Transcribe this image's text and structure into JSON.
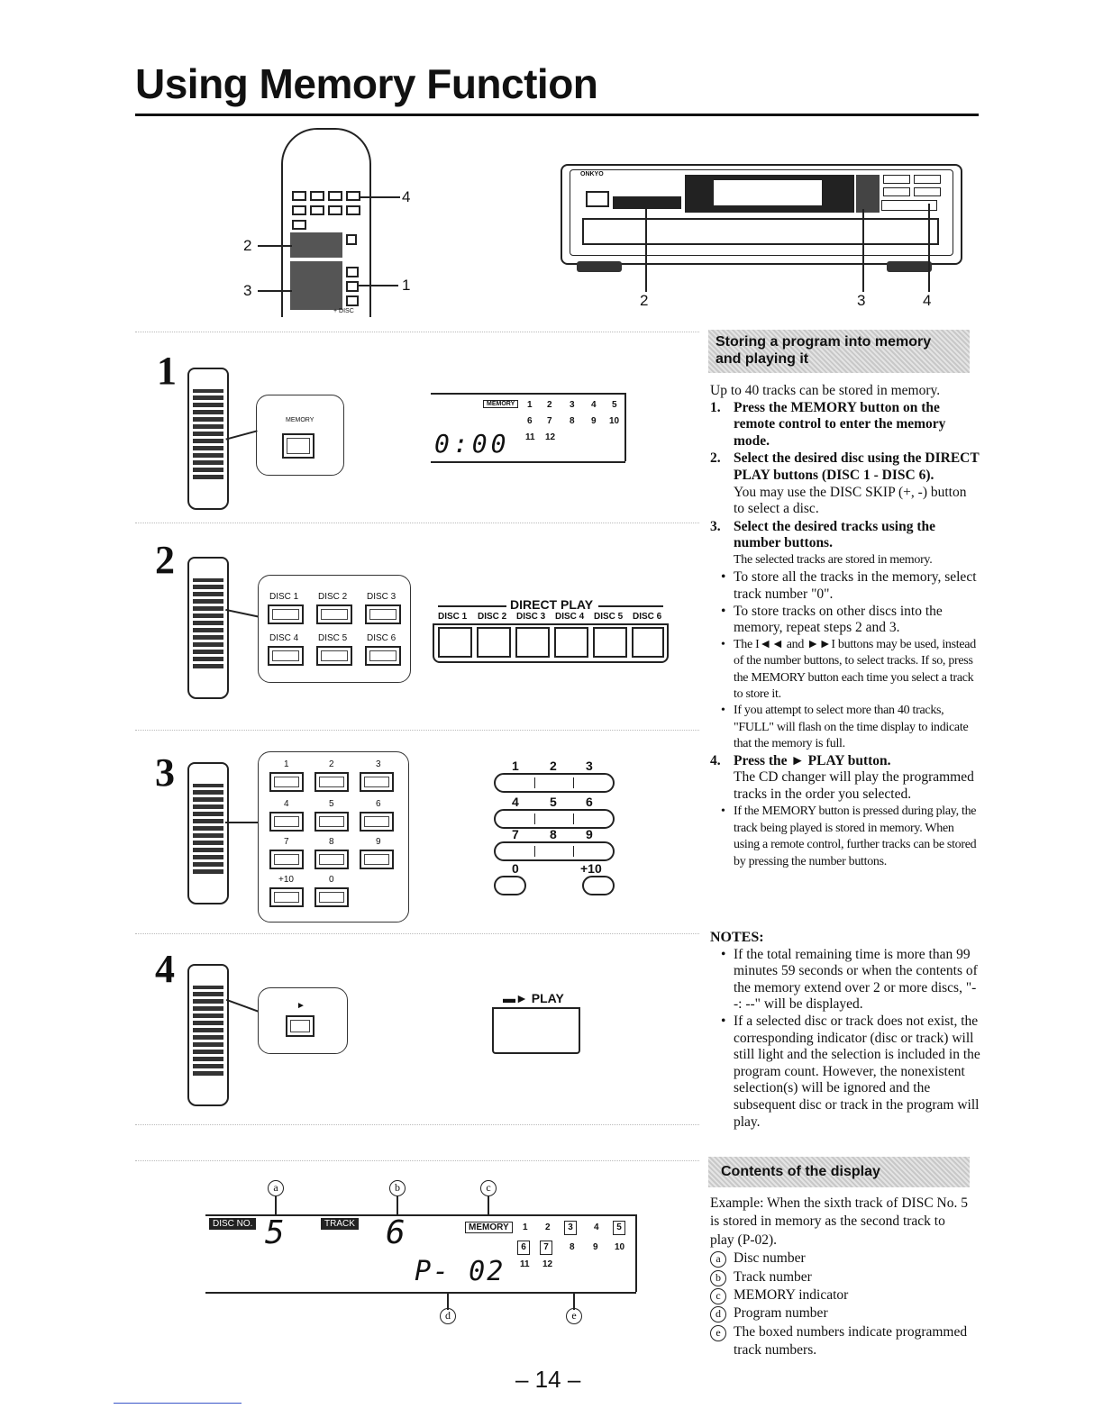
{
  "title": "Using Memory Function",
  "top_figure": {
    "remote_callouts": [
      "4",
      "2",
      "3",
      "1"
    ],
    "remote_label": "+ DISC",
    "brand": "ONKYO",
    "unit_callouts": [
      "2",
      "3",
      "4"
    ]
  },
  "steps": [
    {
      "number": "1",
      "panel_label": "MEMORY",
      "display": {
        "indicator": "MEMORY",
        "tracks_row1": [
          "1",
          "2",
          "3",
          "4",
          "5"
        ],
        "tracks_row2": [
          "6",
          "7",
          "8",
          "9",
          "10"
        ],
        "tracks_row3": [
          "11",
          "12"
        ],
        "time": "0:00"
      }
    },
    {
      "number": "2",
      "panel_labels": [
        "DISC 1",
        "DISC 2",
        "DISC 3",
        "DISC 4",
        "DISC 5",
        "DISC 6"
      ],
      "direct_play_title": "DIRECT PLAY",
      "direct_play_labels": [
        "DISC 1",
        "DISC 2",
        "DISC 3",
        "DISC 4",
        "DISC 5",
        "DISC 6"
      ]
    },
    {
      "number": "3",
      "panel_labels": [
        "1",
        "2",
        "3",
        "4",
        "5",
        "6",
        "7",
        "8",
        "9",
        "+10",
        "0"
      ],
      "keypad_labels": [
        "1",
        "2",
        "3",
        "4",
        "5",
        "6",
        "7",
        "8",
        "9",
        "0",
        "+10"
      ]
    },
    {
      "number": "4",
      "play_label": "PLAY"
    }
  ],
  "storing": {
    "heading": "Storing a program into memory and playing it",
    "intro": "Up to 40 tracks can be stored in memory.",
    "items": [
      {
        "n": "1.",
        "text": "Press the MEMORY button on the remote control to enter the memory mode."
      },
      {
        "n": "2.",
        "text": "Select the desired disc using the DIRECT PLAY buttons (DISC 1 - DISC 6).",
        "note": "You may use the DISC SKIP (+, -) button to select a disc."
      },
      {
        "n": "3.",
        "text": "Select the desired tracks using the number buttons.",
        "note": "The selected tracks are stored in memory."
      },
      {
        "n": "4.",
        "text": "Press the ► PLAY button.",
        "note": "The CD changer will play the programmed tracks in the order you selected."
      }
    ],
    "bullets_step3": [
      "To store all the tracks in the memory, select track number \"0\".",
      "To store tracks on other discs into the memory, repeat steps 2 and 3.",
      "The I◄◄ and ►►I buttons may be used, instead of the number buttons, to select tracks. If so, press the MEMORY button each time you select a track to store it.",
      "If you attempt to select more than 40 tracks, \"FULL\" will flash on the time display to indicate that the memory is full."
    ],
    "bullets_step4": [
      "If the MEMORY button is pressed during play, the track being played is stored in memory. When using a remote control, further tracks can be stored by pressing the number buttons."
    ]
  },
  "notes": {
    "heading": "NOTES:",
    "items": [
      "If the total remaining time is more than 99 minutes 59 seconds or when the contents of the memory extend over 2 or more discs, \"--: --\" will be displayed.",
      "If a selected disc or track does not exist, the corresponding indicator (disc or track) will still light and the selection is included in the program count. However, the nonexistent selection(s) will be ignored and the subsequent disc or track in the program will play."
    ]
  },
  "contents": {
    "heading": "Contents of the display",
    "example": "Example: When the sixth track of DISC No. 5 is stored in memory as the second track to play (P-02).",
    "legend": [
      {
        "mark": "a",
        "text": "Disc number"
      },
      {
        "mark": "b",
        "text": "Track number"
      },
      {
        "mark": "c",
        "text": "MEMORY indicator"
      },
      {
        "mark": "d",
        "text": "Program number"
      },
      {
        "mark": "e",
        "text": "The boxed numbers indicate programmed track numbers."
      }
    ],
    "display": {
      "disc_ind": "DISC NO.",
      "disc_val": "5",
      "track_ind": "TRACK",
      "track_val": "6",
      "memory_ind": "MEMORY",
      "tracks_row1": [
        "1",
        "2",
        "3",
        "4",
        "5"
      ],
      "tracks_row2": [
        "6",
        "7",
        "8",
        "9",
        "10"
      ],
      "tracks_row3": [
        "11",
        "12"
      ],
      "program": "P- 02",
      "marks": [
        "a",
        "b",
        "c",
        "d",
        "e"
      ]
    }
  },
  "page_number": "– 14 –"
}
